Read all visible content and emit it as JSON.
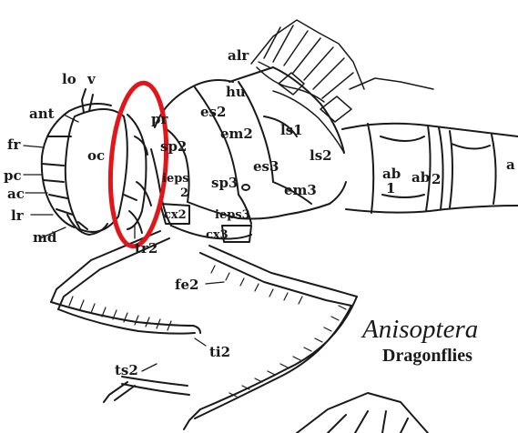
{
  "title": "Anisoptera",
  "subtitle": "Dragonflies",
  "labels": {
    "lo": "lo",
    "v": "v",
    "ant": "ant",
    "fr": "fr",
    "pc": "pc",
    "ac": "ac",
    "lr": "lr",
    "md": "md",
    "oc": "oc",
    "pr": "pr",
    "sp2": "sp2",
    "ieps2": "ieps",
    "ieps2_num": "2",
    "cx2": "cx2",
    "tr2": "tr2",
    "es2": "es2",
    "hu": "hu",
    "alr": "alr",
    "em2": "em2",
    "ls1": "ls1",
    "es3": "es3",
    "ls2": "ls2",
    "sp3": "sp3",
    "em3": "em3",
    "ieps3": "ieps3",
    "cx3": "cx3",
    "ab1": "ab",
    "ab1_num": "1",
    "ab2": "ab",
    "ab2_num": "2",
    "a": "a",
    "fe2": "fe2",
    "ti2": "ti2",
    "ts2": "ts2"
  },
  "colors": {
    "line": "#1a1a1a",
    "highlight": "#e0161b",
    "background": "#ffffff"
  }
}
